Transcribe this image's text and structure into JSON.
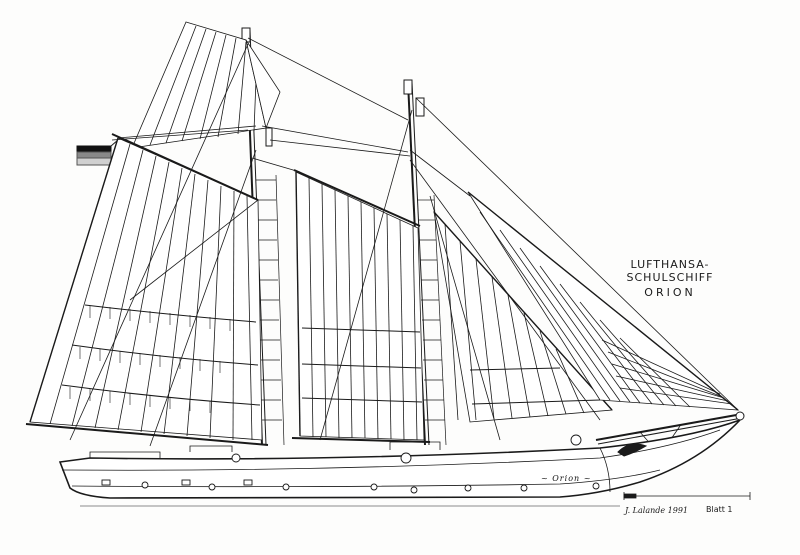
{
  "drawing": {
    "title_line1": "LUFTHANSA-SCHULSCHIFF",
    "title_line2": "ORION",
    "hull_name": "~ Orion ~",
    "signature": "J. Lalande 1991",
    "sheet_label": "Blatt 1"
  },
  "colors": {
    "ink": "#1a1a1a",
    "paper": "#fdfdfc",
    "flag_top": "#111111",
    "flag_middle": "#888888",
    "flag_bottom": "#c8c8c8"
  },
  "icons": {
    "flag": "tricolour-flag",
    "scale_bar": "scale-bar"
  }
}
